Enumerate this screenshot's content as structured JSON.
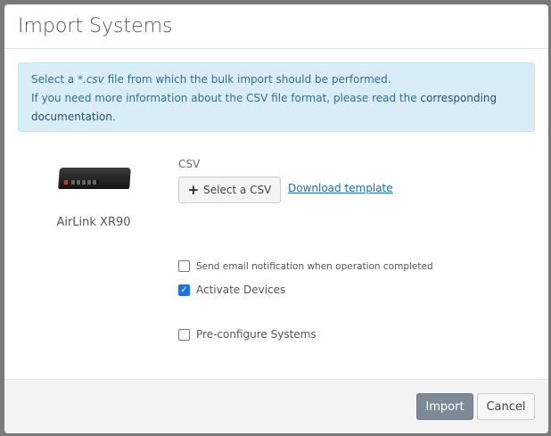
{
  "dialog": {
    "title": "Import Systems"
  },
  "alert": {
    "line1_pre": "Select a ",
    "line1_em": "*.csv",
    "line1_post": " file from which the bulk import should be performed.",
    "line2": "If you need more information about the CSV file format, please read the ",
    "link": "corresponding documentation",
    "end": "."
  },
  "device": {
    "name": "AirLink XR90"
  },
  "csv": {
    "label": "CSV",
    "select_button": "Select a CSV",
    "download_link": "Download template"
  },
  "options": [
    {
      "label": "Send email notification when operation completed",
      "checked": false
    },
    {
      "label": "Activate Devices",
      "checked": true
    },
    {
      "label": "Pre-configure Systems",
      "checked": false
    }
  ],
  "footer": {
    "import": "Import",
    "cancel": "Cancel"
  }
}
